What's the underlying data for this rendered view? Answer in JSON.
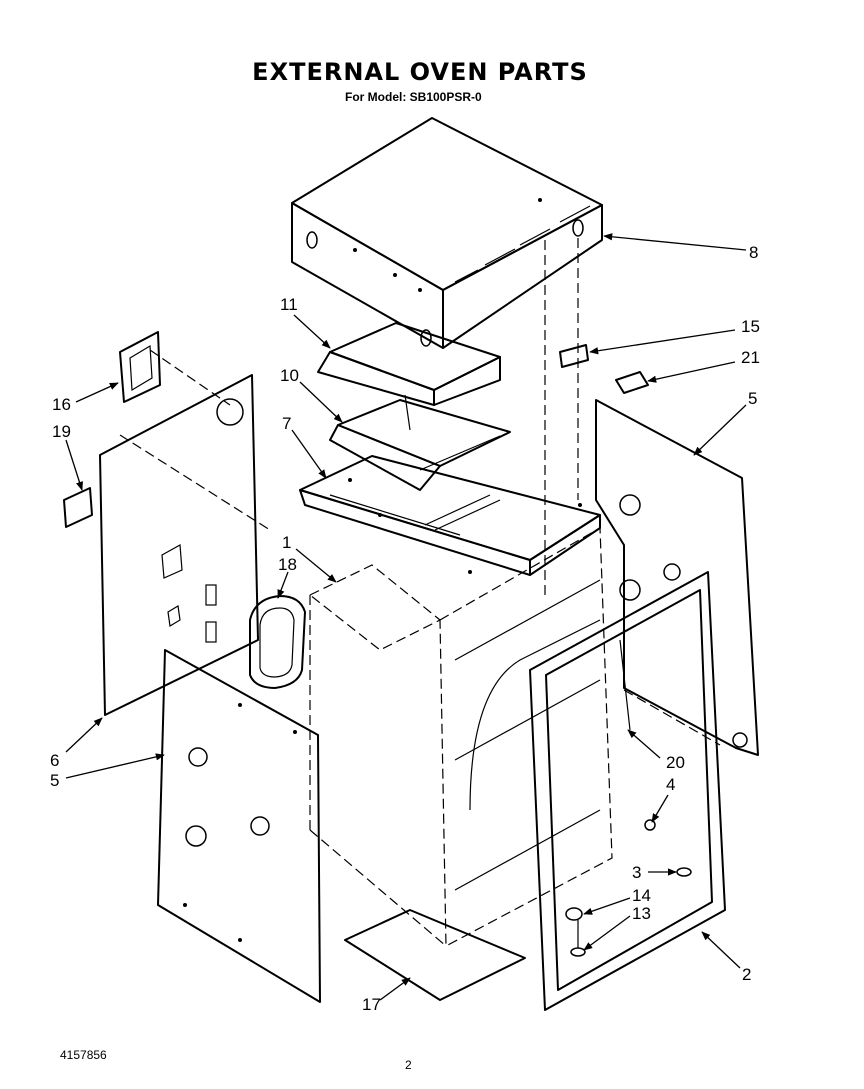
{
  "title": "EXTERNAL OVEN PARTS",
  "subtitle": "For Model: SB100PSR-0",
  "footer": {
    "doc_number": "4157856",
    "page_number": "2"
  },
  "callouts": [
    "8",
    "11",
    "15",
    "21",
    "10",
    "16",
    "5",
    "19",
    "7",
    "1",
    "18",
    "6",
    "5",
    "20",
    "4",
    "3",
    "14",
    "13",
    "2",
    "17"
  ]
}
